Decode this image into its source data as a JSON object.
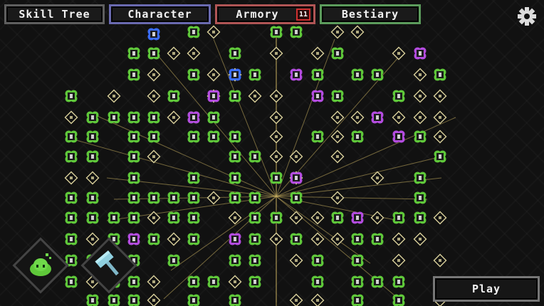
{
  "tabs": {
    "skill_tree": "Skill Tree",
    "character": "Character",
    "armory": "Armory",
    "armory_badge": "11",
    "bestiary": "Bestiary"
  },
  "icons": {
    "settings": "gear-icon",
    "slime_ability": "slime-icon",
    "hammer_ability": "hammer-icon"
  },
  "play_button": "Play",
  "colors": {
    "background": "#111111",
    "unlocked_node": "#5fc83a",
    "locked_node": "#d8cf9a",
    "rare_node": "#b44ce0",
    "blue_node": "#3a6cff",
    "link_line": "#c8b060",
    "armory_badge": "#d03030"
  }
}
